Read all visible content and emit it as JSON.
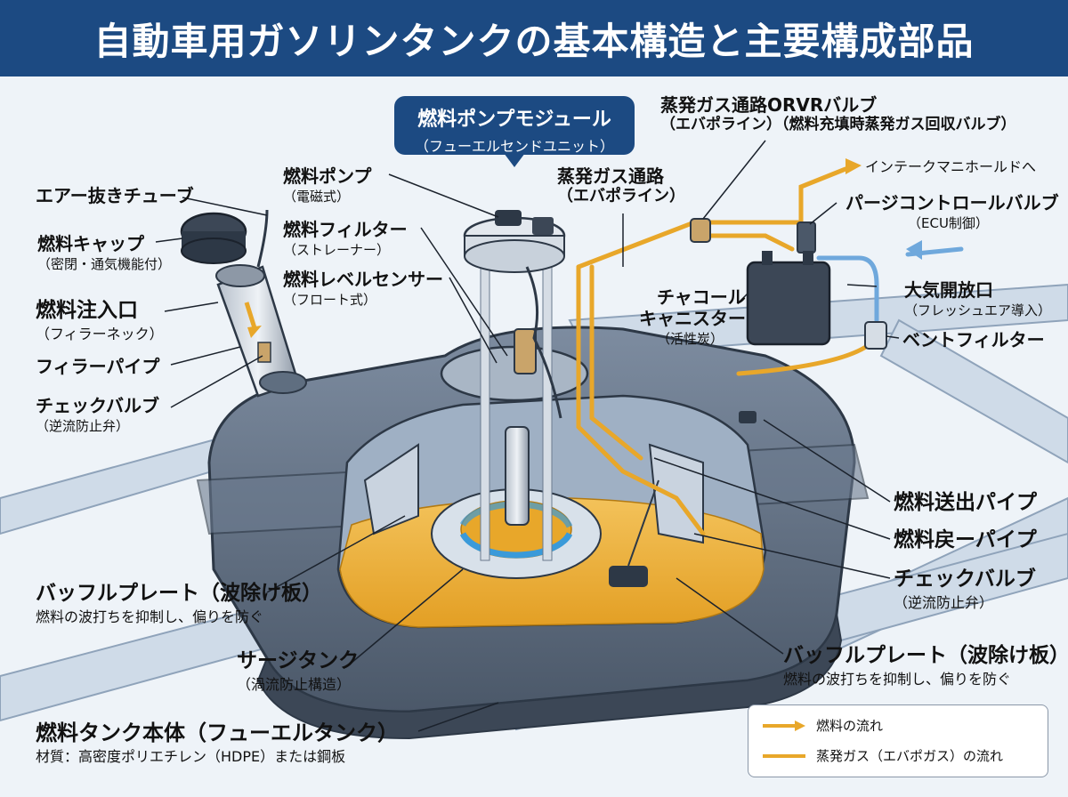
{
  "title": "自動車用ガソリンタンクの基本構造と主要構成部品",
  "callout": {
    "main": "燃料ポンプモジュール",
    "sub": "（フューエルセンドユニット）"
  },
  "labels": {
    "air_tube": {
      "main": "エアー抜きチューブ"
    },
    "fuel_cap": {
      "main": "燃料キャップ",
      "sub": "（密閉・通気機能付）"
    },
    "filler_neck": {
      "main": "燃料注入口",
      "sub": "（フィラーネック）"
    },
    "filler_pipe": {
      "main": "フィラーパイプ"
    },
    "check_valve_left": {
      "main": "チェックバルブ",
      "sub": "（逆流防止弁）"
    },
    "fuel_pump": {
      "main": "燃料ポンプ",
      "sub": "（電磁式）"
    },
    "fuel_filter": {
      "main": "燃料フィルター",
      "sub": "（ストレーナー）"
    },
    "level_sensor": {
      "main": "燃料レベルセンサー",
      "sub": "（フロート式）"
    },
    "evap_line": {
      "main": "蒸発ガス通路",
      "sub": "（エバポライン）"
    },
    "orvr": {
      "main": "蒸発ガス通路ORVRバルブ",
      "sub": "（エバポライン）（燃料充填時蒸発ガス回収バルブ）"
    },
    "intake": {
      "main": "インテークマニホールドへ"
    },
    "purge": {
      "main": "パージコントロールバルブ",
      "sub": "（ECU制御）"
    },
    "canister": {
      "main": "チャコール",
      "main2": "キャニスター",
      "sub": "（活性炭）"
    },
    "atmos": {
      "main": "大気開放口",
      "sub": "（フレッシュエア導入）"
    },
    "vent_filter": {
      "main": "ベントフィルター"
    },
    "feed_pipe": {
      "main": "燃料送出パイプ"
    },
    "return_pipe": {
      "main": "燃料戻ーパイプ"
    },
    "check_valve_right": {
      "main": "チェックバルブ",
      "sub": "（逆流防止弁）"
    },
    "baffle_left": {
      "main": "バッフルプレート（波除け板）",
      "sub": "燃料の波打ちを抑制し、偏りを防ぐ"
    },
    "surge_tank": {
      "main": "サージタンク",
      "sub": "（渦流防止構造）"
    },
    "baffle_right": {
      "main": "バッフルプレート（波除け板）",
      "sub": "燃料の波打ちを抑制し、偏りを防ぐ"
    },
    "tank_body": {
      "main": "燃料タンク本体（フューエルタンク）",
      "sub": "材質：高密度ポリエチレン（HDPE）または鋼板"
    }
  },
  "legend": {
    "fuel_flow": "燃料の流れ",
    "evap_flow": "蒸発ガス（エバポガス）の流れ"
  },
  "colors": {
    "title_bg": "#1c4a82",
    "fuel": "#e8a72a",
    "evap": "#e8a72a",
    "air": "#6fa8dc",
    "tank": "#5f6e80"
  }
}
